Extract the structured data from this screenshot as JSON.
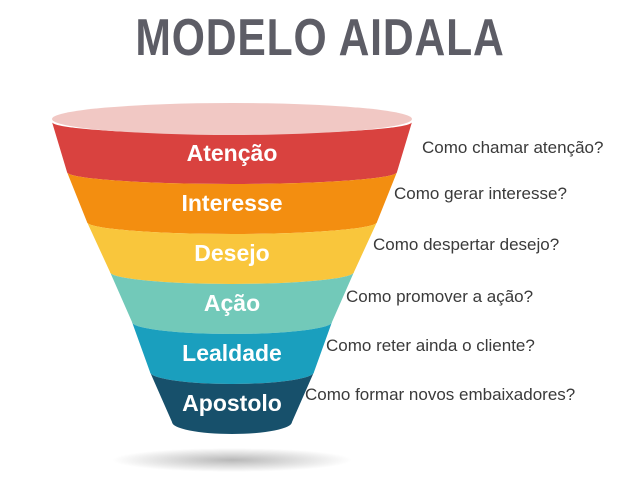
{
  "title": "MODELO AIDALA",
  "stages": [
    {
      "label": "Atenção",
      "question": "Como chamar atenção?",
      "color": "#d9423f"
    },
    {
      "label": "Interesse",
      "question": "Como gerar interesse?",
      "color": "#f38e10"
    },
    {
      "label": "Desejo",
      "question": "Como despertar desejo?",
      "color": "#f9c63c"
    },
    {
      "label": "Ação",
      "question": "Como promover a ação?",
      "color": "#72c9b9"
    },
    {
      "label": "Lealdade",
      "question": "Como reter ainda o cliente?",
      "color": "#1a9fbe"
    },
    {
      "label": "Apostolo",
      "question": "Como formar novos embaixadores?",
      "color": "#17506b"
    }
  ],
  "rim_color": "#f1c8c4"
}
